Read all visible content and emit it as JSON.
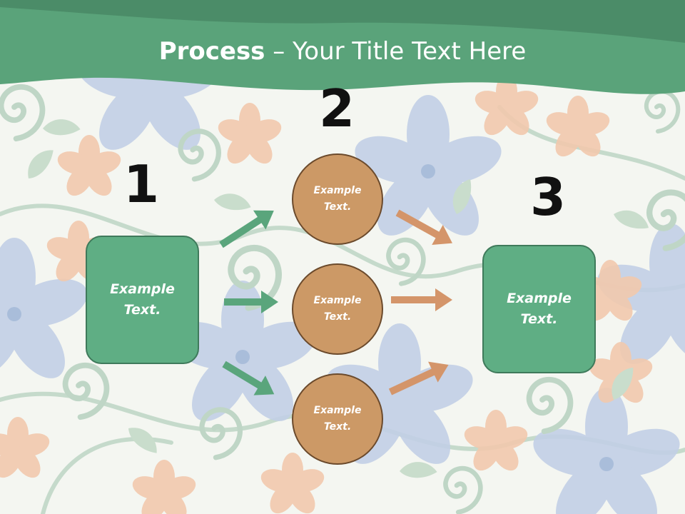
{
  "title": {
    "bold": "Process",
    "rest": " – Your Title Text Here"
  },
  "steps": [
    {
      "number": "1",
      "line1": "Example",
      "line2": "Text."
    },
    {
      "number": "2",
      "items": [
        {
          "line1": "Example",
          "line2": "Text."
        },
        {
          "line1": "Example",
          "line2": "Text."
        },
        {
          "line1": "Example",
          "line2": "Text."
        }
      ]
    },
    {
      "number": "3",
      "line1": "Example",
      "line2": "Text."
    }
  ],
  "colors": {
    "header_green": "#4e9a70",
    "box_fill": "#5fae84",
    "circle_fill": "#cc9966",
    "arrow_green": "#5aa57c",
    "arrow_orange": "#d4956a"
  }
}
